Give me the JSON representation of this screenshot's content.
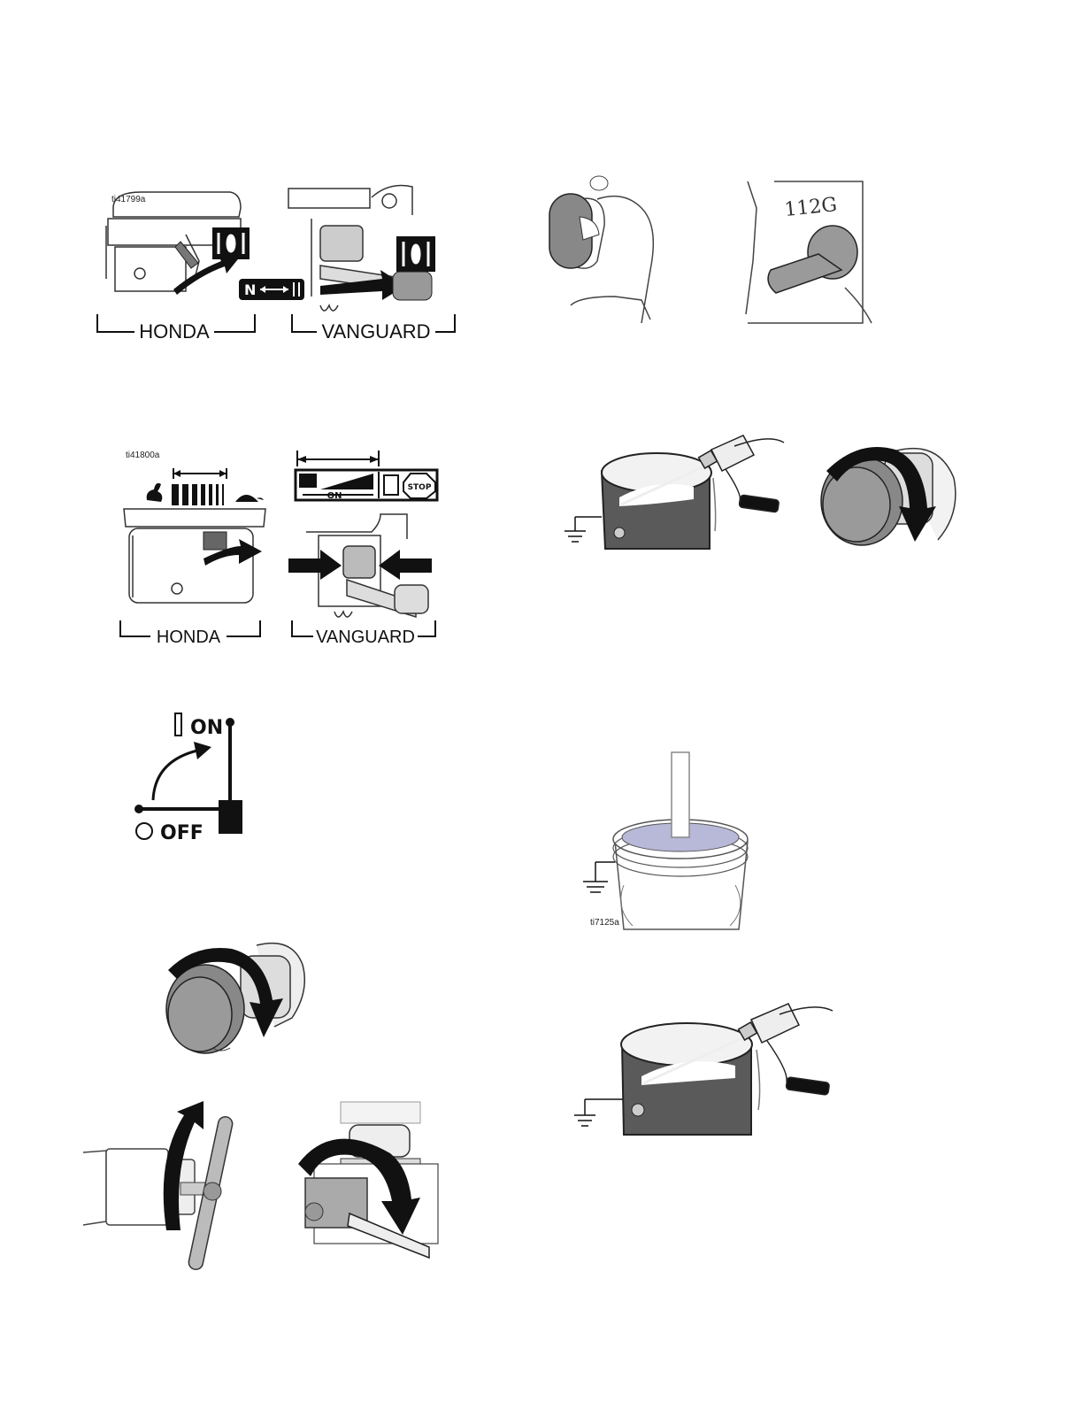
{
  "figures": {
    "choke": {
      "id": "ti41799a",
      "honda": "HONDA",
      "vanguard": "VANGUARD"
    },
    "throttle": {
      "id": "ti41800a",
      "honda": "HONDA",
      "vanguard": "VANGUARD",
      "decal_on": "ON",
      "decal_stop": "STOP"
    },
    "switch": {
      "on": "ON",
      "off": "OFF"
    },
    "grounded_pail": {
      "id": "ti7125a"
    },
    "fuel_valve_decal": {
      "text": "112G"
    },
    "colors": {
      "ink": "#111111",
      "knob_gray": "#9a9a9a",
      "pail_dark": "#5a5a5a",
      "liquid": "#b8b8d8"
    }
  }
}
